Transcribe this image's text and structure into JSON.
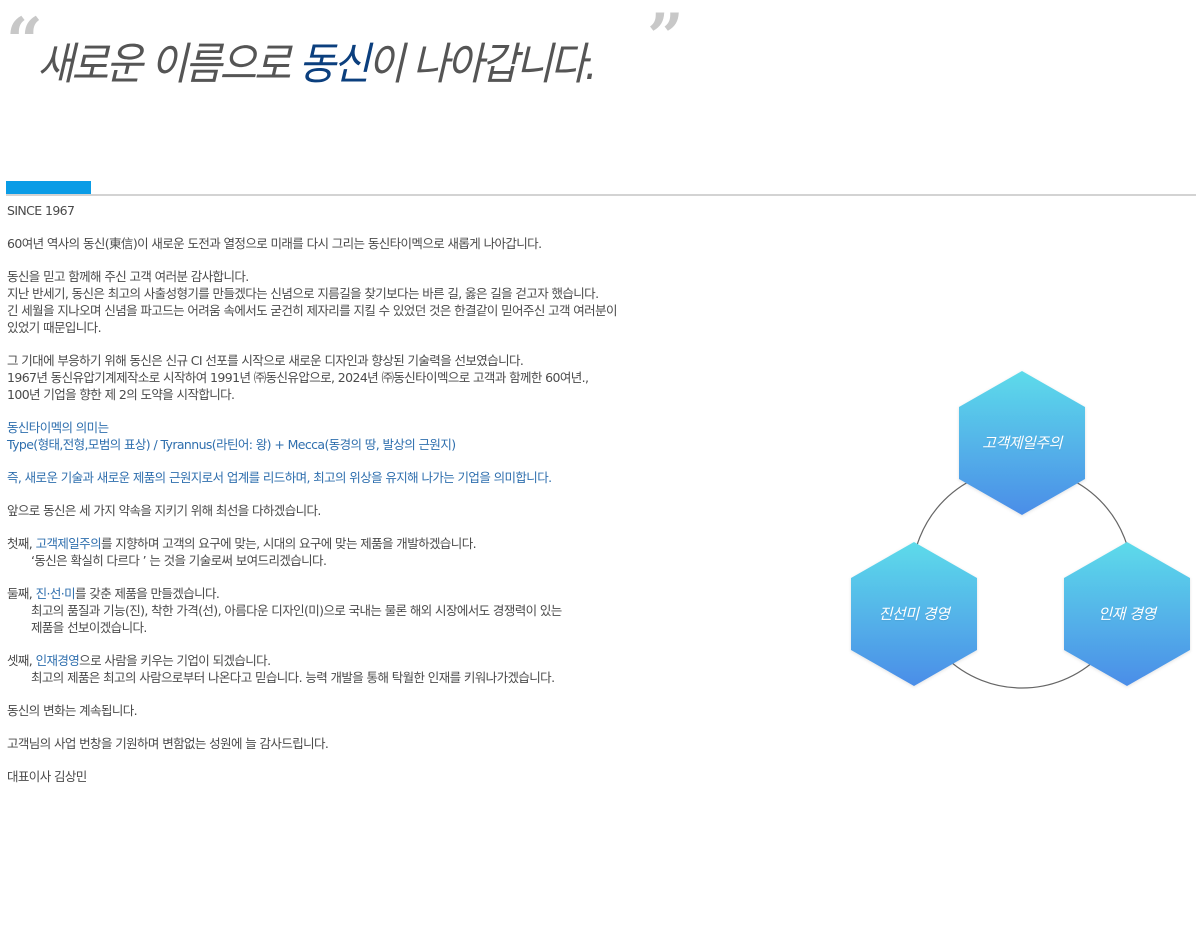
{
  "headline": {
    "open_quote": "“",
    "close_quote": "”",
    "before": "새로운 이름으로 ",
    "accent": "동신",
    "after": "이 나아갑니다."
  },
  "colors": {
    "accent_bar": "#0a9ce6",
    "headline_accent": "#0b3f7e",
    "link_blue": "#2f6fae",
    "body_text": "#4a4a4a",
    "hex_gradient_top": "#58d8ea",
    "hex_gradient_bottom": "#4b8fe8"
  },
  "section": {
    "since": "SINCE 1967",
    "intro": "60여년 역사의 동신(東信)이 새로운 도전과 열정으로 미래를 다시 그리는 동신타이멕으로 새롭게 나아갑니다.",
    "thanks": [
      "동신을 믿고 함께해 주신 고객 여러분 감사합니다.",
      "지난 반세기, 동신은 최고의 사출성형기를 만들겠다는 신념으로 지름길을 찾기보다는 바른 길, 옳은 길을 걷고자 했습니다.",
      "긴 세월을 지나오며 신념을 파고드는 어려움 속에서도 굳건히 제자리를 지킬 수 있었던 것은 한결같이 믿어주신 고객 여러분이",
      "있었기 때문입니다."
    ],
    "history": [
      "그 기대에 부응하기 위해 동신은 신규 CI 선포를 시작으로 새로운 디자인과 향상된 기술력을 선보였습니다.",
      "1967년 동신유압기계제작소로 시작하여 1991년 ㈜동신유압으로, 2024년 ㈜동신타이멕으로 고객과 함께한 60여년.,",
      "100년 기업을 향한 제 2의 도약을 시작합니다."
    ],
    "meaning_title": "동신타이멕의 의미는",
    "meaning_formula": "Type(형태,전형,모범의 표상) / Tyrannus(라틴어: 왕) + Mecca(동경의 땅, 발상의 근원지)",
    "meaning_summary": "즉, 새로운 기술과 새로운 제품의 근원지로서 업계를 리드하며, 최고의 위상을 유지해 나가는 기업을 의미합니다.",
    "promise_intro": "앞으로 동신은 세 가지 약속을 지키기 위해 최선을 다하겠습니다.",
    "promises": [
      {
        "prefix": "첫째, ",
        "keyword": "고객제일주의",
        "suffix": "를 지향하며 고객의 요구에 맞는, 시대의 요구에 맞는 제품을 개발하겠습니다.",
        "details": [
          "‘동신은 확실히 다르다 ’ 는 것을 기술로써 보여드리겠습니다."
        ]
      },
      {
        "prefix": "둘째, ",
        "keyword": "진·선·미",
        "suffix": "를 갖춘 제품을 만들겠습니다.",
        "details": [
          "최고의 품질과 기능(진), 착한 가격(선), 아름다운 디자인(미)으로 국내는 물론 해외 시장에서도 경쟁력이 있는",
          "제품을 선보이겠습니다."
        ]
      },
      {
        "prefix": "셋째, ",
        "keyword": "인재경영",
        "suffix": "으로 사람을 키우는 기업이 되겠습니다.",
        "details": [
          "최고의 제품은 최고의 사람으로부터 나온다고 믿습니다. 능력 개발을 통해 탁월한 인재를 키워나가겠습니다."
        ]
      }
    ],
    "closing_1": "동신의 변화는 계속됩니다.",
    "closing_2": "고객님의 사업 번창을 기원하며 변함없는 성원에 늘 감사드립니다.",
    "signature": "대표이사 김상민"
  },
  "diagram": {
    "hexagons": [
      {
        "label": "고객제일주의",
        "position": "top"
      },
      {
        "label": "진선미 경영",
        "position": "bottom-left"
      },
      {
        "label": "인재 경영",
        "position": "bottom-right"
      }
    ]
  }
}
